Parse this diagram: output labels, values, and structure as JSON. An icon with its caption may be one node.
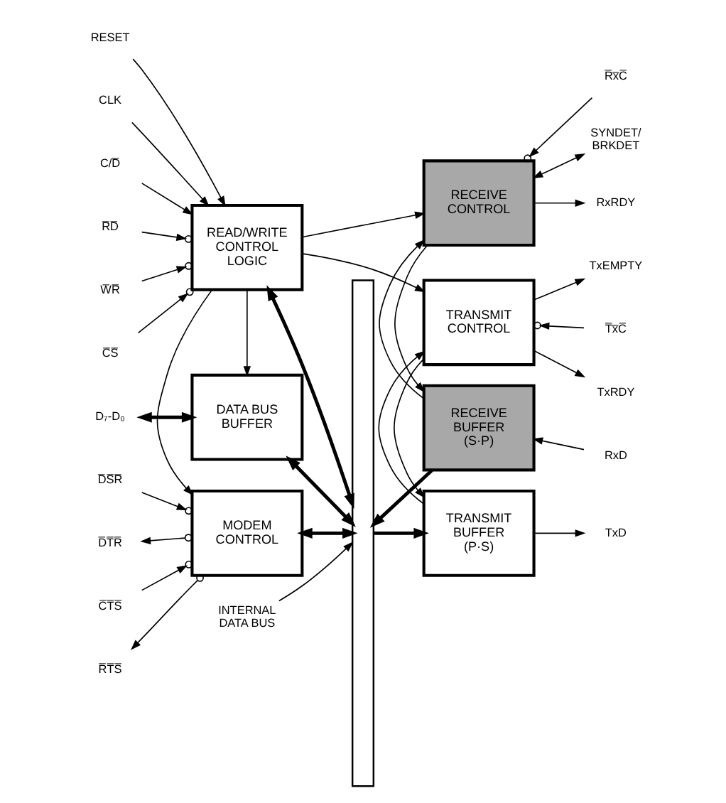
{
  "diagram": {
    "nodes": [
      {
        "text": [
          "D₇-D₀"
        ]
      },
      {
        "text": [
          "DATA BUS BUFFER"
        ]
      },
      {
        "text": [
          "TRANSMIT BUFFER (P·S)"
        ]
      },
      {
        "text": [
          "TxD"
        ]
      },
      {
        "text": [
          "RESET"
        ]
      },
      {
        "text": [
          "CLK"
        ]
      },
      {
        "text": [
          "C/D̅"
        ]
      },
      {
        "text": [
          "R̅D̅"
        ]
      },
      {
        "text": [
          "W̅R̅"
        ]
      },
      {
        "text": [
          "READ/WRITE CONTROL LOGIC"
        ]
      },
      {
        "text": [
          "TRANSMIT CONTROL"
        ]
      },
      {
        "text": [
          "TxRDY"
        ]
      },
      {
        "text": [
          "TxEMPTY"
        ]
      },
      {
        "text": [
          "T̅x̅C̅"
        ]
      },
      {
        "text": [
          "C̅S̅"
        ]
      },
      {
        "text": [
          "D̅S̅R̅"
        ]
      },
      {
        "text": [
          "D̅T̅R̅"
        ]
      },
      {
        "text": [
          "C̅T̅S̅"
        ]
      },
      {
        "text": [
          "R̅T̅S̅"
        ]
      },
      {
        "text": [
          "MODEM CONTROL"
        ]
      },
      {
        "text": [
          "RECEIVE BUFFER (S·P)"
        ]
      },
      {
        "text": [
          "RxD"
        ]
      },
      {
        "text": [
          "RxRDY"
        ]
      },
      {
        "text": [
          "R̅x̅C̅"
        ]
      },
      {
        "text": [
          "SYNDET/ BRKDET"
        ]
      },
      {
        "text": [
          "RECEIVE CONTROL"
        ]
      },
      {
        "text": [],
        "shape": "bar"
      },
      {
        "text": [
          "INTERNAL DATA BUS"
        ]
      }
    ],
    "edges": [
      {
        "from": 0,
        "to": 1,
        "arrow": "both",
        "style": "thick"
      },
      {
        "from": 1,
        "to": 26,
        "arrow": "both",
        "style": "thick"
      },
      {
        "from": 9,
        "to": 1,
        "arrow": "to"
      },
      {
        "from": 9,
        "to": 26,
        "arrow": "both",
        "style": "thick"
      },
      {
        "from": 4,
        "to": 9,
        "arrow": "to"
      },
      {
        "from": 5,
        "to": 9,
        "arrow": "to"
      },
      {
        "from": 6,
        "to": 9,
        "arrow": "to"
      },
      {
        "from": 7,
        "to": 9,
        "arrow": "to"
      },
      {
        "from": 8,
        "to": 9,
        "arrow": "to"
      },
      {
        "from": 14,
        "to": 9,
        "arrow": "to"
      },
      {
        "from": 9,
        "to": 10,
        "arrow": "to"
      },
      {
        "from": 9,
        "to": 19,
        "arrow": "to"
      },
      {
        "from": 9,
        "to": 25,
        "arrow": "to"
      },
      {
        "from": 15,
        "to": 19,
        "arrow": "to"
      },
      {
        "from": 19,
        "to": 16,
        "arrow": "to"
      },
      {
        "from": 17,
        "to": 19,
        "arrow": "to"
      },
      {
        "from": 19,
        "to": 18,
        "arrow": "to"
      },
      {
        "from": 19,
        "to": 26,
        "arrow": "both",
        "style": "thick"
      },
      {
        "from": 26,
        "to": 2,
        "arrow": "to",
        "style": "thick"
      },
      {
        "from": 2,
        "to": 3,
        "arrow": "to"
      },
      {
        "from": 10,
        "to": 2,
        "arrow": "to"
      },
      {
        "from": 2,
        "to": 10,
        "arrow": "to"
      },
      {
        "from": 10,
        "to": 11,
        "arrow": "to"
      },
      {
        "from": 10,
        "to": 12,
        "arrow": "to"
      },
      {
        "from": 13,
        "to": 10,
        "arrow": "to"
      },
      {
        "from": 20,
        "to": 26,
        "arrow": "to",
        "style": "thick"
      },
      {
        "from": 21,
        "to": 20,
        "arrow": "to"
      },
      {
        "from": 25,
        "to": 20,
        "arrow": "to"
      },
      {
        "from": 20,
        "to": 25,
        "arrow": "to"
      },
      {
        "from": 25,
        "to": 22,
        "arrow": "to"
      },
      {
        "from": 23,
        "to": 25,
        "arrow": "to"
      },
      {
        "from": 25,
        "to": 24,
        "arrow": "both"
      },
      {
        "from": 27,
        "to": 26,
        "arrow": "to"
      }
    ]
  }
}
